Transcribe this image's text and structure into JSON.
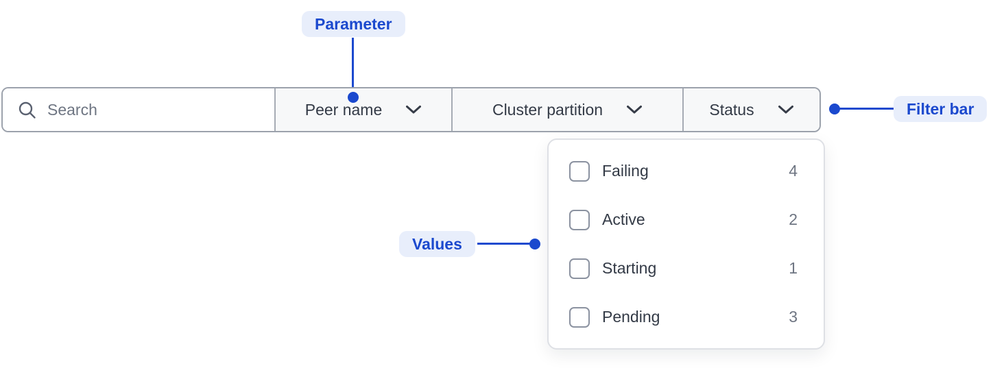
{
  "annotations": {
    "parameter": {
      "label": "Parameter"
    },
    "filter_bar": {
      "label": "Filter bar"
    },
    "values": {
      "label": "Values"
    }
  },
  "filter_bar": {
    "search": {
      "placeholder": "Search",
      "value": "",
      "icon": "search-icon"
    },
    "parameters": [
      {
        "label": "Peer name",
        "icon": "chevron-down-icon"
      },
      {
        "label": "Cluster partition",
        "icon": "chevron-down-icon"
      },
      {
        "label": "Status",
        "icon": "chevron-down-icon",
        "expanded": true
      }
    ]
  },
  "status_dropdown": {
    "items": [
      {
        "label": "Failing",
        "count": "4",
        "checked": false
      },
      {
        "label": "Active",
        "count": "2",
        "checked": false
      },
      {
        "label": "Starting",
        "count": "1",
        "checked": false
      },
      {
        "label": "Pending",
        "count": "3",
        "checked": false
      }
    ]
  },
  "colors": {
    "accent_blue": "#1b49ce",
    "annotation_pill_bg": "#e8eefb",
    "bar_border": "#9ca2ac",
    "section_divider": "#a6abb4",
    "section_bg": "#f7f8f9",
    "text_primary": "#333a46",
    "text_muted": "#6e7582",
    "checkbox_border": "#8b92a0",
    "panel_border": "#dee0e5"
  }
}
